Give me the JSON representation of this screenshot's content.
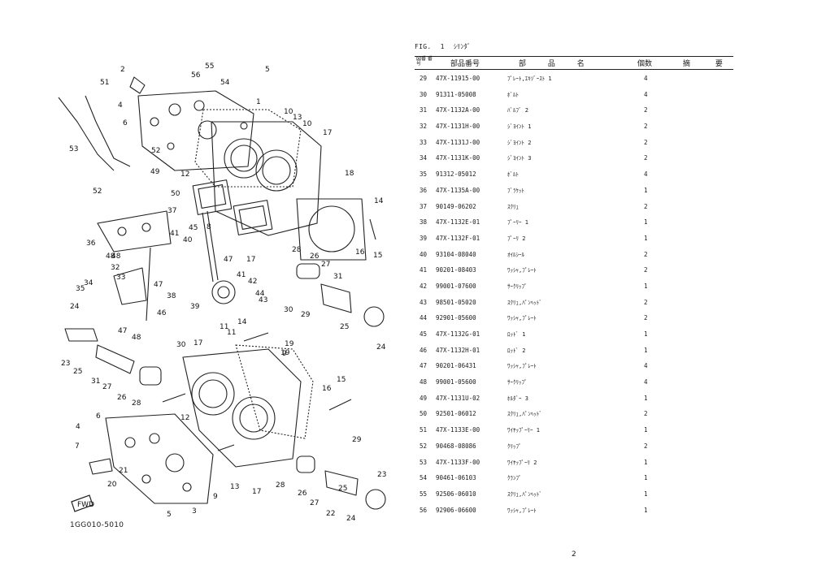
{
  "figure": {
    "label": "FIG.",
    "number": "1",
    "title": "ｼﾘﾝﾀﾞ"
  },
  "diagram": {
    "code": "1GG010-5010",
    "callouts": [
      "1",
      "2",
      "3",
      "4",
      "5",
      "6",
      "7",
      "8",
      "9",
      "10",
      "11",
      "12",
      "13",
      "14",
      "15",
      "16",
      "17",
      "18",
      "19",
      "20",
      "21",
      "22",
      "23",
      "24",
      "25",
      "26",
      "27",
      "28",
      "29",
      "30",
      "31",
      "32",
      "33",
      "34",
      "35",
      "36",
      "37",
      "38",
      "39",
      "40",
      "41",
      "42",
      "43",
      "44",
      "45",
      "46",
      "47",
      "48",
      "49",
      "50",
      "51",
      "52",
      "53",
      "54",
      "55",
      "56"
    ],
    "fwd_label": "FWD"
  },
  "table": {
    "headers": {
      "ref": "図番 番号",
      "part_no": "部品番号",
      "name": "部 品 名",
      "qty": "個数",
      "remarks": "摘 要"
    },
    "rows": [
      {
        "ref": "29",
        "part_no": "47X-11915-00",
        "name": "ﾌﾟﾚｰﾄ,ｴｷｿﾞｰｽﾄ 1",
        "qty": "4"
      },
      {
        "ref": "30",
        "part_no": "91311-05008",
        "name": "ﾎﾞﾙﾄ",
        "qty": "4"
      },
      {
        "ref": "31",
        "part_no": "47X-1132A-00",
        "name": "ﾊﾞﾙﾌﾞ 2",
        "qty": "2"
      },
      {
        "ref": "32",
        "part_no": "47X-1131H-00",
        "name": "ｼﾞﾖｲﾝﾄ 1",
        "qty": "2"
      },
      {
        "ref": "33",
        "part_no": "47X-1131J-00",
        "name": "ｼﾞﾖｲﾝﾄ 2",
        "qty": "2"
      },
      {
        "ref": "34",
        "part_no": "47X-1131K-00",
        "name": "ｼﾞﾖｲﾝﾄ 3",
        "qty": "2"
      },
      {
        "ref": "35",
        "part_no": "91312-05012",
        "name": "ﾎﾞﾙﾄ",
        "qty": "4"
      },
      {
        "ref": "36",
        "part_no": "47X-1135A-00",
        "name": "ﾌﾞﾗｹｯﾄ",
        "qty": "1"
      },
      {
        "ref": "37",
        "part_no": "90149-06202",
        "name": "ｽｸﾘｭ",
        "qty": "2"
      },
      {
        "ref": "38",
        "part_no": "47X-1132E-01",
        "name": "ﾌﾟｰﾘｰ 1",
        "qty": "1"
      },
      {
        "ref": "39",
        "part_no": "47X-1132F-01",
        "name": "ﾌﾟｰﾘ 2",
        "qty": "1"
      },
      {
        "ref": "40",
        "part_no": "93104-08040",
        "name": "ｵｲﾙｼｰﾙ",
        "qty": "2"
      },
      {
        "ref": "41",
        "part_no": "90201-08403",
        "name": "ﾜｯｼｬ,ﾌﾟﾚｰﾄ",
        "qty": "2"
      },
      {
        "ref": "42",
        "part_no": "99001-07600",
        "name": "ｻｰｸﾘｯﾌﾟ",
        "qty": "1"
      },
      {
        "ref": "43",
        "part_no": "98501-05020",
        "name": "ｽｸﾘｭ,ﾊﾟﾝﾍｯﾄﾞ",
        "qty": "2"
      },
      {
        "ref": "44",
        "part_no": "92901-05600",
        "name": "ﾜｯｼｬ,ﾌﾟﾚｰﾄ",
        "qty": "2"
      },
      {
        "ref": "45",
        "part_no": "47X-1132G-01",
        "name": "ﾛｯﾄﾞ 1",
        "qty": "1"
      },
      {
        "ref": "46",
        "part_no": "47X-1132H-01",
        "name": "ﾛｯﾄﾞ 2",
        "qty": "1"
      },
      {
        "ref": "47",
        "part_no": "90201-06431",
        "name": "ﾜｯｼｬ,ﾌﾟﾚｰﾄ",
        "qty": "4"
      },
      {
        "ref": "48",
        "part_no": "99001-05600",
        "name": "ｻｰｸﾘｯﾌﾟ",
        "qty": "4"
      },
      {
        "ref": "49",
        "part_no": "47X-1131U-02",
        "name": "ﾎﾙﾀﾞｰ 3",
        "qty": "1"
      },
      {
        "ref": "50",
        "part_no": "92501-06012",
        "name": "ｽｸﾘｭ,ﾊﾟﾝﾍｯﾄﾞ",
        "qty": "2"
      },
      {
        "ref": "51",
        "part_no": "47X-1133E-00",
        "name": "ﾜｲﾔｯﾌﾟｰﾘｰ 1",
        "qty": "1"
      },
      {
        "ref": "52",
        "part_no": "90468-08086",
        "name": "ｸﾘｯﾌﾟ",
        "qty": "2"
      },
      {
        "ref": "53",
        "part_no": "47X-1133F-00",
        "name": "ﾜｲﾔｯﾌﾟｰﾘ 2",
        "qty": "1"
      },
      {
        "ref": "54",
        "part_no": "90461-06103",
        "name": "ｸﾗﾝﾌﾟ",
        "qty": "1"
      },
      {
        "ref": "55",
        "part_no": "92506-06010",
        "name": "ｽｸﾘｭ,ﾊﾟﾝﾍｯﾄﾞ",
        "qty": "1"
      },
      {
        "ref": "56",
        "part_no": "92906-06600",
        "name": "ﾜｯｼｬ,ﾌﾟﾚｰﾄ",
        "qty": "1"
      }
    ]
  },
  "page_number": "2"
}
